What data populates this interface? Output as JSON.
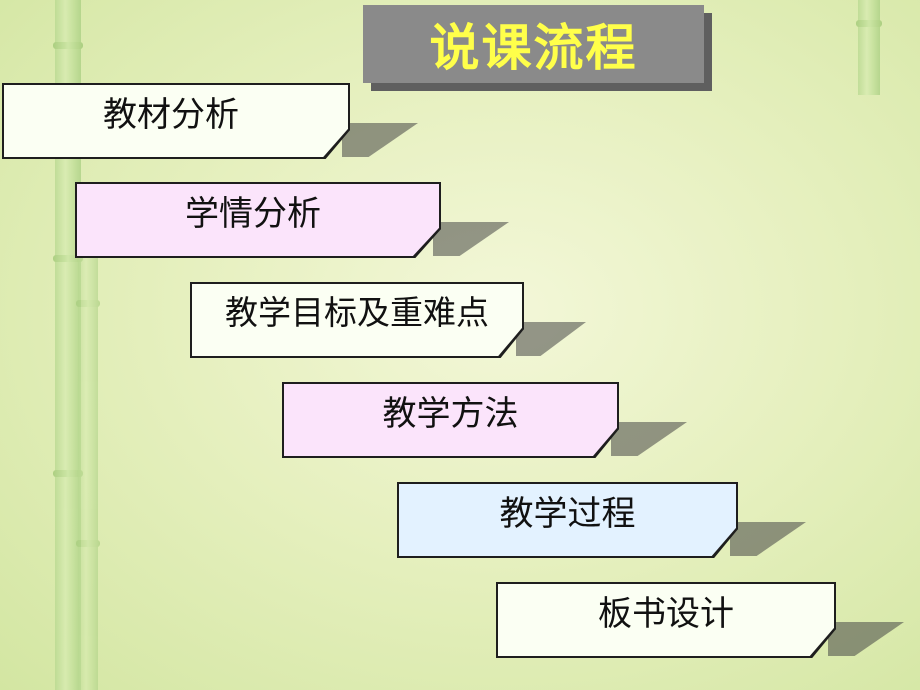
{
  "title": "说课流程",
  "steps": [
    {
      "label": "教材分析",
      "fill": "#fbfff3"
    },
    {
      "label": "学情分析",
      "fill": "#fbe4fb"
    },
    {
      "label": "教学目标及重难点",
      "fill": "#fbfff3"
    },
    {
      "label": "教学方法",
      "fill": "#fbe4fb"
    },
    {
      "label": "教学过程",
      "fill": "#e3f2ff"
    },
    {
      "label": "板书设计",
      "fill": "#fbfff3"
    }
  ],
  "colors": {
    "title_bg": "#8a8a8a",
    "title_text": "#ffff4a",
    "background": "#e6f0bf"
  }
}
